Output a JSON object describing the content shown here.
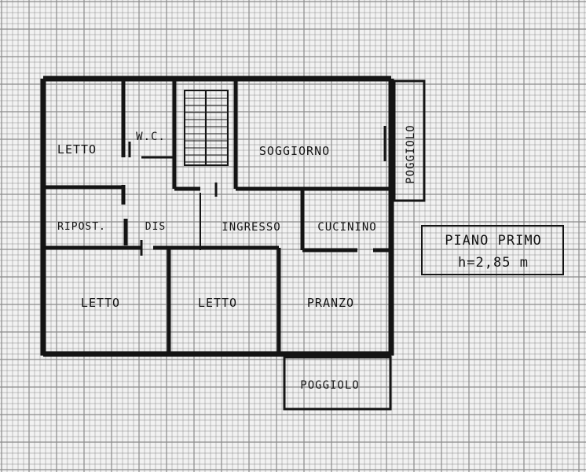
{
  "plan": {
    "colors": {
      "paper": "#f2f2f2",
      "grid": "#8a8a8a",
      "ink": "#141414"
    },
    "rooms": [
      {
        "id": "letto-1",
        "name": "LETTO"
      },
      {
        "id": "wc",
        "name": "W.C."
      },
      {
        "id": "soggiorno",
        "name": "SOGGIORNO"
      },
      {
        "id": "poggiolo-east",
        "name": "POGGIOLO"
      },
      {
        "id": "ripost",
        "name": "RIPOST."
      },
      {
        "id": "dis",
        "name": "DIS"
      },
      {
        "id": "ingresso",
        "name": "INGRESSO"
      },
      {
        "id": "cucinino",
        "name": "CUCININO"
      },
      {
        "id": "letto-2",
        "name": "LETTO"
      },
      {
        "id": "letto-3",
        "name": "LETTO"
      },
      {
        "id": "pranzo",
        "name": "PRANZO"
      },
      {
        "id": "poggiolo-south",
        "name": "POGGIOLO"
      }
    ],
    "floor_box": {
      "title": "PIANO PRIMO",
      "height_note": "h=2,85 m"
    }
  }
}
